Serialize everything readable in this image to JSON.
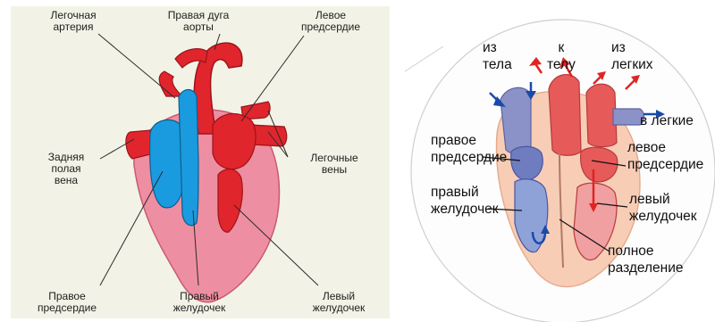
{
  "left_panel": {
    "labels": {
      "pulmonary_artery": "Легочная\nартерия",
      "right_aortic_arch": "Правая дуга\nаорты",
      "left_atrium": "Левое\nпредсердие",
      "posterior_vena_cava": "Задняя\nполая\nвена",
      "pulmonary_veins": "Легочные\nвены",
      "right_atrium": "Правое\nпредсердие",
      "right_ventricle": "Правый\nжелудочек",
      "left_ventricle": "Левый\nжелудочек"
    },
    "colors": {
      "background": "#f2f3e6",
      "oxygen_rich": "#e0252c",
      "oxygen_poor": "#1a9be0",
      "myocardium": "#ee8ea2"
    }
  },
  "right_panel": {
    "labels": {
      "from_body": "из\nтела",
      "to_body": "к\nтелу",
      "from_lungs": "из\nлегких",
      "to_lungs": "в легкие",
      "right_atrium": "правое\nпредсердие",
      "right_ventricle": "правый\nжелудочек",
      "left_atrium": "левое\nпредсердие",
      "left_ventricle": "левый\nжелудочек",
      "full_septum": "полное\nразделение"
    },
    "colors": {
      "arrow_red": "#e02424",
      "arrow_blue": "#1a4aa8",
      "vessel_red": "#e65a5a",
      "vessel_blue": "#8a92c8"
    }
  }
}
